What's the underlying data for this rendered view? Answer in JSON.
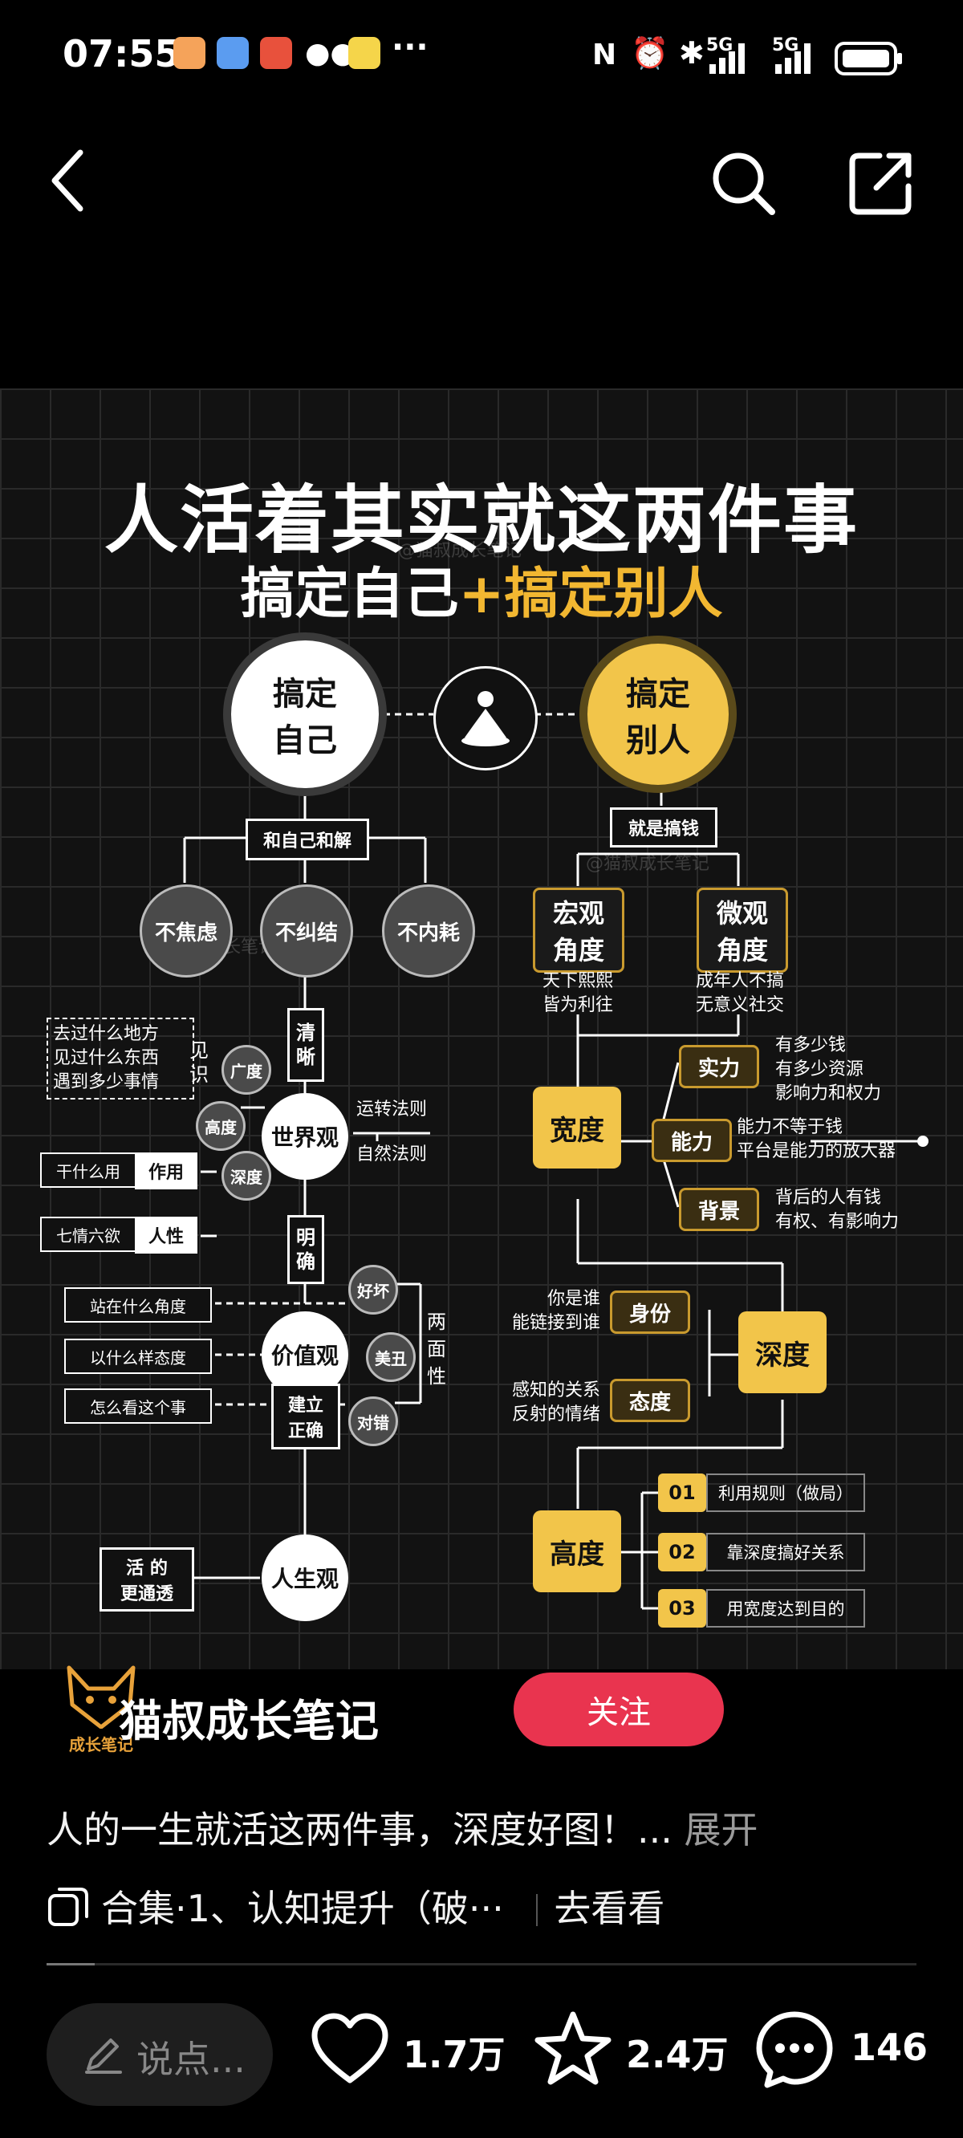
{
  "status_bar": {
    "time": "07:55",
    "more": "···",
    "network1": "5G",
    "network2": "5G"
  },
  "nav": {
    "back_icon": "chevron-left-icon",
    "search_icon": "search-icon",
    "share_icon": "share-icon"
  },
  "poster": {
    "title_line1": "人活着其实就这两件事",
    "title_line2_a": "搞定自己",
    "title_line2_plus": "+",
    "title_line2_b": "搞定别人",
    "watermark": "@猫叔成长笔记",
    "left": {
      "root": "搞定\n自己",
      "reconcile": "和自己和解",
      "nodes": [
        "不焦虑",
        "不纠结",
        "不内耗"
      ],
      "qingxi": "清\n晰",
      "experience": "去过什么地方\n见过什么东西\n遇到多少事情",
      "jianshi": "见\n识",
      "guangdu": "广度",
      "gaodu": "高度",
      "shendu": "深度",
      "worldview": "世界观",
      "yunzhuan": "运转法则",
      "ziran": "自然法则",
      "ganshenme": "干什么用",
      "zuoyong": "作用",
      "qiqing": "七情六欲",
      "renxing": "人性",
      "mingque": "明\n确",
      "values": "价值观",
      "haohuai": "好坏",
      "meichou": "美丑",
      "duicuo": "对错",
      "liangmian": "两\n面\n性",
      "zhan": "站在什么角度",
      "taidu": "以什么样态度",
      "zenme": "怎么看这个事",
      "jianli": "建立\n正确",
      "lifeview": "人生观",
      "huode": "活 的\n更通透"
    },
    "right": {
      "root": "搞定\n别人",
      "gaoqian": "就是搞钱",
      "macro": "宏观\n角度",
      "micro": "微观\n角度",
      "macro_desc": "天下熙熙\n皆为利往",
      "micro_desc": "成年人不搞\n无意义社交",
      "kuandu": "宽度",
      "shili": "实力",
      "shili_desc": "有多少钱\n有多少资源\n影响力和权力",
      "nengli": "能力",
      "nengli_desc": "能力不等于钱\n平台是能力的放大器",
      "beijing": "背景",
      "beijing_desc": "背后的人有钱\n有权、有影响力",
      "shendu": "深度",
      "shenfen": "身份",
      "shenfen_desc": "你是谁\n能链接到谁",
      "taidu": "态度",
      "taidu_desc": "感知的关系\n反射的情绪",
      "gaodu": "高度",
      "items": [
        {
          "num": "01",
          "text": "利用规则（做局）"
        },
        {
          "num": "02",
          "text": "靠深度搞好关系"
        },
        {
          "num": "03",
          "text": "用宽度达到目的"
        }
      ]
    }
  },
  "author": {
    "logo_text": "成长笔记",
    "name": "猫叔成长笔记",
    "follow": "关注"
  },
  "post": {
    "description": "人的一生就活这两件事，深度好图！...",
    "expand": "展开",
    "collection": "合集·1、认知提升（破···",
    "go_see": "去看看"
  },
  "bottom_bar": {
    "comment_placeholder": "说点...",
    "likes": "1.7万",
    "favorites": "2.4万",
    "comments": "146"
  },
  "colors": {
    "accent_yellow": "#f2c54a",
    "follow_red": "#e9344f"
  }
}
